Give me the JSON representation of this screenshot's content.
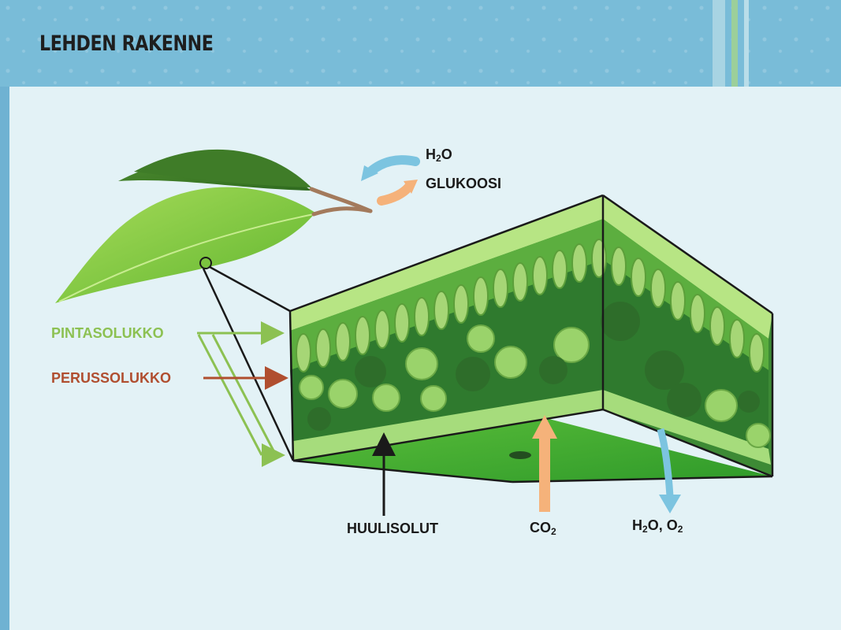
{
  "title": "LEHDEN RAKENNE",
  "labels": {
    "water_top": {
      "main": "H",
      "sub": "2",
      "tail": "O"
    },
    "glucose": "GLUKOOSI",
    "epidermis": "PINTASOLUKKO",
    "parenchyma": "PERUSSOLUKKO",
    "guard_cells": "HUULISOLUT",
    "co2": {
      "main": "CO",
      "sub": "2"
    },
    "water_oxygen": {
      "h": "H",
      "sub1": "2",
      "mid": "O, O",
      "sub2": "2"
    }
  },
  "colors": {
    "header": "#79bcd8",
    "background": "#e3f2f6",
    "epidermis_arrow": "#8cc152",
    "parenchyma_arrow": "#b04e2f",
    "water_arrow": "#7cc4e0",
    "glucose_arrow": "#f5b27a",
    "co2_arrow": "#f5b27a",
    "outflow_arrow": "#7cc4e0"
  },
  "icons": [
    "leaf-illustration",
    "leaf-cross-section"
  ]
}
